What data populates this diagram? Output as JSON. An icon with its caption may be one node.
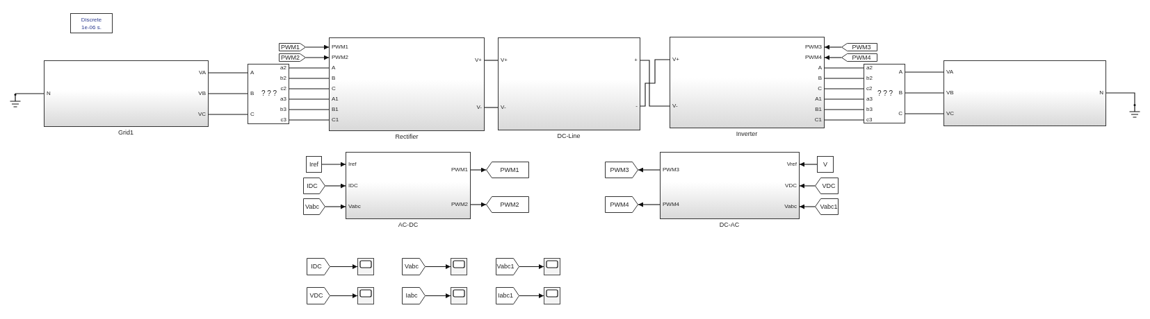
{
  "diagram": {
    "nodes": [
      {
        "text": [
          "Discrete 1e-06 s."
        ]
      },
      {
        "text": [],
        "shape": "ground"
      },
      {
        "text": [
          "N",
          "VA",
          "VB",
          "VC",
          "Grid1"
        ]
      },
      {
        "text": [
          "A",
          "B",
          "C",
          "? ? ?",
          "a2",
          "b2",
          "c2",
          "a3",
          "b3",
          "c3"
        ]
      },
      {
        "text": [
          "PWM1"
        ]
      },
      {
        "text": [
          "PWM2"
        ]
      },
      {
        "text": [
          "PWM1",
          "PWM2",
          "A",
          "B",
          "C",
          "A1",
          "B1",
          "C1",
          "V+",
          "V-",
          "Rectifier"
        ]
      },
      {
        "text": [
          "V+",
          "V-",
          "+",
          "-",
          "DC-Line"
        ]
      },
      {
        "text": [
          "V+",
          "V-",
          "PWM3",
          "PWM4",
          "A",
          "B",
          "C",
          "A1",
          "B1",
          "C1",
          "Inverter"
        ]
      },
      {
        "text": [
          "PWM3"
        ]
      },
      {
        "text": [
          "PWM4"
        ]
      },
      {
        "text": [
          "a2",
          "b2",
          "c2",
          "a3",
          "b3",
          "c3",
          "? ? ?",
          "A",
          "B",
          "C"
        ]
      },
      {
        "text": [
          "VA",
          "VB",
          "VC",
          "N"
        ]
      },
      {
        "text": [],
        "shape": "ground"
      },
      {
        "text": [
          "Iref"
        ]
      },
      {
        "text": [
          "IDC"
        ]
      },
      {
        "text": [
          "Vabc"
        ]
      },
      {
        "text": [
          "Iref",
          "IDC",
          "Vabc",
          "PWM1",
          "PWM2",
          "AC-DC"
        ]
      },
      {
        "text": [
          "PWM1"
        ]
      },
      {
        "text": [
          "PWM2"
        ]
      },
      {
        "text": [
          "PWM3"
        ]
      },
      {
        "text": [
          "PWM4"
        ]
      },
      {
        "text": [
          "PWM3",
          "PWM4",
          "Vref",
          "VDC",
          "Vabc",
          "DC-AC"
        ]
      },
      {
        "text": [
          "V"
        ]
      },
      {
        "text": [
          "VDC"
        ]
      },
      {
        "text": [
          "Vabc1"
        ]
      },
      {
        "text": [
          "IDC"
        ]
      },
      {
        "text": [],
        "shape": "box"
      },
      {
        "text": [
          "Vabc"
        ]
      },
      {
        "text": [],
        "shape": "box"
      },
      {
        "text": [
          "Vabc1"
        ]
      },
      {
        "text": [],
        "shape": "box"
      },
      {
        "text": [
          "VDC"
        ]
      },
      {
        "text": [],
        "shape": "box"
      },
      {
        "text": [
          "Iabc"
        ]
      },
      {
        "text": [],
        "shape": "box"
      },
      {
        "text": [
          "Iabc1"
        ]
      },
      {
        "text": [],
        "shape": "box"
      }
    ],
    "edges": [
      {
        "from": 1,
        "to": 2,
        "arrow": "none"
      },
      {
        "from": 2,
        "to": 3,
        "arrow": "none"
      },
      {
        "from": 2,
        "to": 3,
        "arrow": "none"
      },
      {
        "from": 2,
        "to": 3,
        "arrow": "none"
      },
      {
        "from": 3,
        "to": 6,
        "arrow": "none"
      },
      {
        "from": 3,
        "to": 6,
        "arrow": "none"
      },
      {
        "from": 3,
        "to": 6,
        "arrow": "none"
      },
      {
        "from": 3,
        "to": 6,
        "arrow": "none"
      },
      {
        "from": 3,
        "to": 6,
        "arrow": "none"
      },
      {
        "from": 3,
        "to": 6,
        "arrow": "none"
      },
      {
        "from": 4,
        "to": 6,
        "arrow": "to"
      },
      {
        "from": 5,
        "to": 6,
        "arrow": "to"
      },
      {
        "from": 6,
        "to": 7,
        "arrow": "none"
      },
      {
        "from": 6,
        "to": 7,
        "arrow": "none"
      },
      {
        "from": 7,
        "to": 8,
        "arrow": "none"
      },
      {
        "from": 7,
        "to": 8,
        "arrow": "none"
      },
      {
        "from": 9,
        "to": 8,
        "arrow": "to"
      },
      {
        "from": 10,
        "to": 8,
        "arrow": "to"
      },
      {
        "from": 8,
        "to": 11,
        "arrow": "none"
      },
      {
        "from": 8,
        "to": 11,
        "arrow": "none"
      },
      {
        "from": 8,
        "to": 11,
        "arrow": "none"
      },
      {
        "from": 8,
        "to": 11,
        "arrow": "none"
      },
      {
        "from": 8,
        "to": 11,
        "arrow": "none"
      },
      {
        "from": 8,
        "to": 11,
        "arrow": "none"
      },
      {
        "from": 11,
        "to": 12,
        "arrow": "none"
      },
      {
        "from": 11,
        "to": 12,
        "arrow": "none"
      },
      {
        "from": 11,
        "to": 12,
        "arrow": "none"
      },
      {
        "from": 12,
        "to": 13,
        "arrow": "none"
      },
      {
        "from": 14,
        "to": 17,
        "arrow": "to"
      },
      {
        "from": 15,
        "to": 17,
        "arrow": "to"
      },
      {
        "from": 16,
        "to": 17,
        "arrow": "to"
      },
      {
        "from": 17,
        "to": 18,
        "arrow": "to"
      },
      {
        "from": 17,
        "to": 19,
        "arrow": "to"
      },
      {
        "from": 22,
        "to": 20,
        "arrow": "to"
      },
      {
        "from": 22,
        "to": 21,
        "arrow": "to"
      },
      {
        "from": 23,
        "to": 22,
        "arrow": "to"
      },
      {
        "from": 24,
        "to": 22,
        "arrow": "to"
      },
      {
        "from": 25,
        "to": 22,
        "arrow": "to"
      },
      {
        "from": 26,
        "to": 27,
        "arrow": "to"
      },
      {
        "from": 28,
        "to": 29,
        "arrow": "to"
      },
      {
        "from": 30,
        "to": 31,
        "arrow": "to"
      },
      {
        "from": 32,
        "to": 33,
        "arrow": "to"
      },
      {
        "from": 34,
        "to": 35,
        "arrow": "to"
      },
      {
        "from": 36,
        "to": 37,
        "arrow": "to"
      }
    ]
  }
}
